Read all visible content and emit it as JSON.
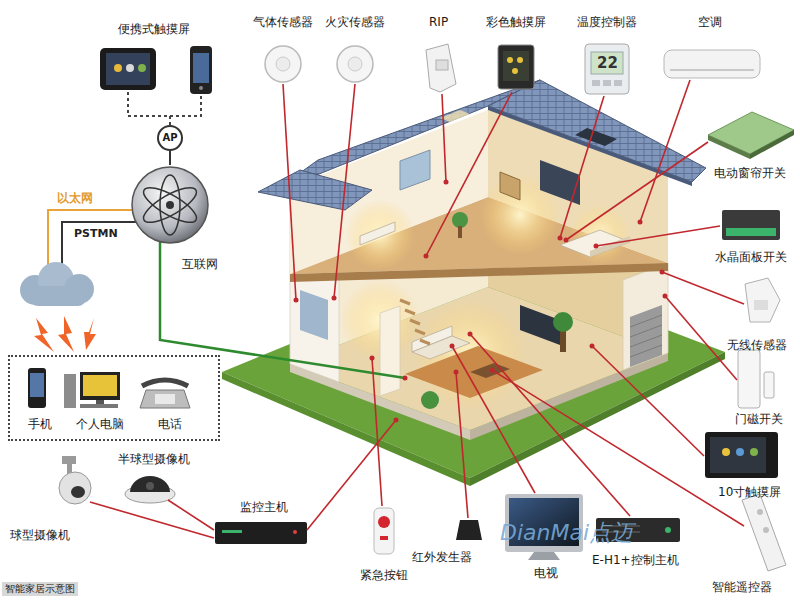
{
  "diagram": {
    "caption": "智能家居示意图",
    "nodes": [
      {
        "text": [
          "AP"
        ]
      },
      {
        "text": [
          "互联网"
        ]
      },
      {
        "text": [
          "手机",
          "个人电脑",
          "电话"
        ]
      }
    ],
    "edges": [
      {
        "from": 0,
        "to": 1,
        "arrow": "none"
      }
    ],
    "labels": [
      "便携式触摸屏",
      "气体传感器",
      "火灾传感器",
      "RIP",
      "彩色触摸屏",
      "温度控制器",
      "空调",
      "以太网",
      "PSTMN",
      "电动窗帘开关",
      "水晶面板开关",
      "无线传感器",
      "门磁开关",
      "10寸触摸屏",
      "半球型摄像机",
      "球型摄像机",
      "监控主机",
      "紧急按钮",
      "红外发生器",
      "电视",
      "E-H1+控制主机",
      "智能遥控器",
      "22",
      "DianMai点迈"
    ]
  }
}
